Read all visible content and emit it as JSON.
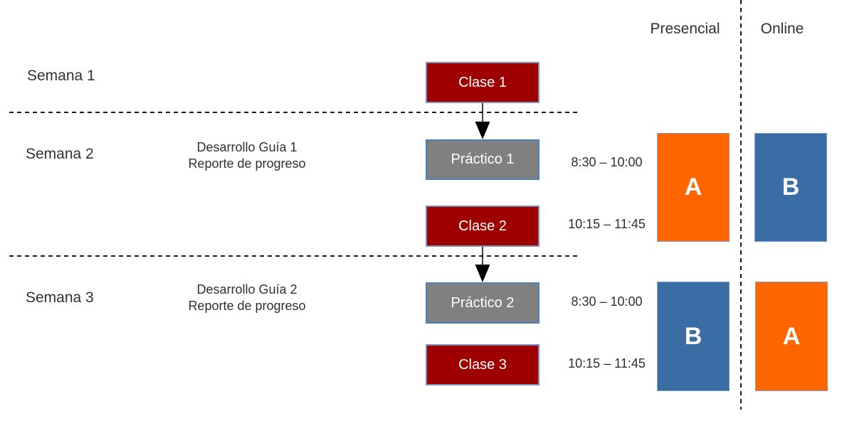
{
  "headers": {
    "presencial": "Presencial",
    "online": "Online"
  },
  "weeks": {
    "week1": {
      "label": "Semana 1",
      "clase": "Clase 1"
    },
    "week2": {
      "label": "Semana 2",
      "task_line1": "Desarrollo Guía 1",
      "task_line2": "Reporte de progreso",
      "practico": "Práctico 1",
      "clase": "Clase 2",
      "time_practico": "8:30 – 10:00",
      "time_clase": "10:15 – 11:45",
      "presencial_group": "A",
      "online_group": "B"
    },
    "week3": {
      "label": "Semana 3",
      "task_line1": "Desarrollo Guía 2",
      "task_line2": "Reporte de progreso",
      "practico": "Práctico 2",
      "clase": "Clase 3",
      "time_practico": "8:30 – 10:00",
      "time_clase": "10:15 – 11:45",
      "presencial_group": "B",
      "online_group": "A"
    }
  },
  "colors": {
    "clase_fill": "#9e0000",
    "practico_fill": "#808080",
    "group_a_fill": "#ff6600",
    "group_b_fill": "#3a6da4",
    "clase_border": "#8090b8",
    "practico_border": "#5081b4",
    "group_border": "#7e9ac9",
    "text": "#303030"
  }
}
